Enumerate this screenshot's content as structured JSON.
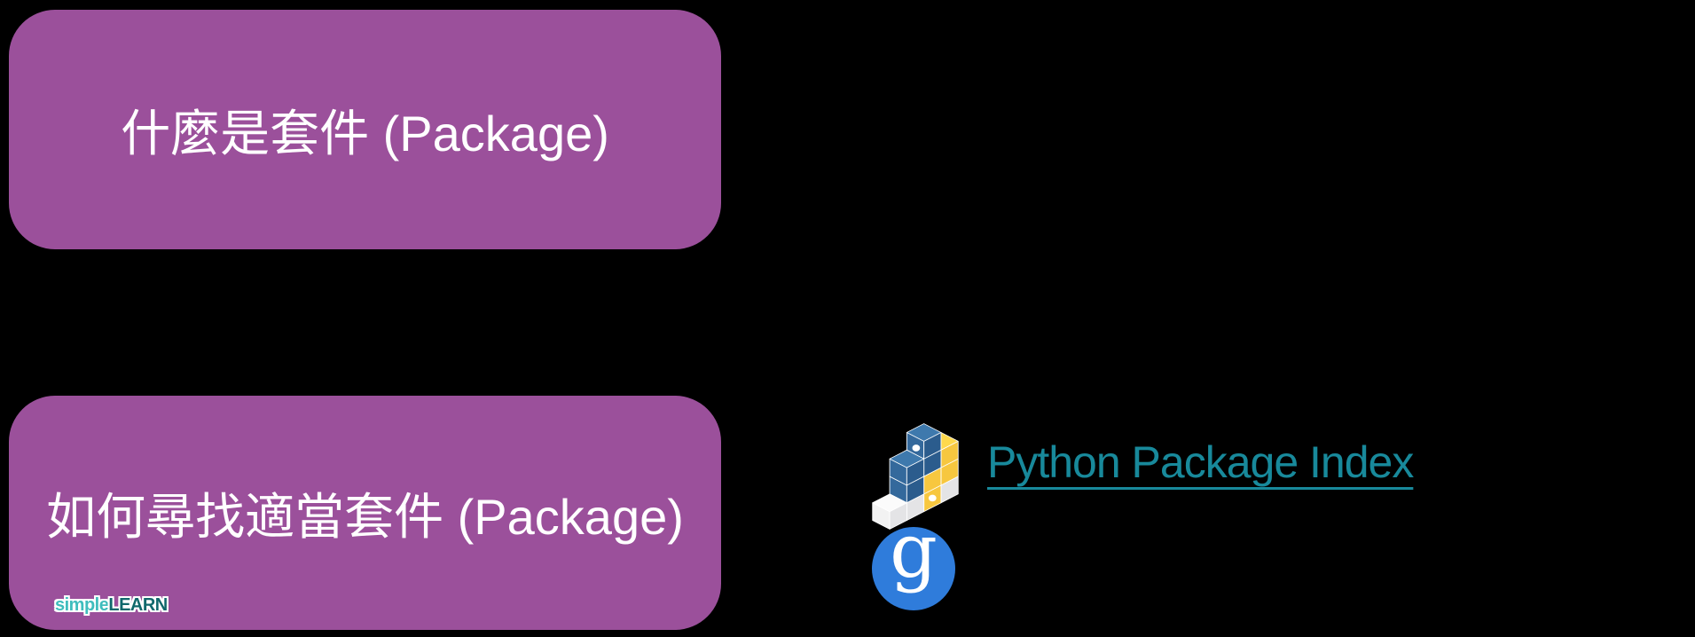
{
  "slide": {
    "boxes": [
      {
        "label": "什麼是套件 (Package)"
      },
      {
        "label": "如何尋找適當套件 (Package)"
      }
    ],
    "resources": {
      "pypi_link_label": "Python Package Index",
      "pypi_icon": "pypi-cubes-logo",
      "google_icon": "google-g-logo",
      "google_glyph": "g"
    },
    "brand": {
      "simple": "simple",
      "learn": "LEARN"
    }
  },
  "colors": {
    "bg": "#000000",
    "purple": "#9B509B",
    "box-text": "#FFFFFF",
    "teal": "#18899B",
    "gblue": "#2F7CDB",
    "brand-light": "#3FBDBD",
    "brand-dark": "#10686C",
    "pypi-blue-top": "#3E79AD",
    "pypi-blue-left": "#34699C",
    "pypi-blue-right": "#2B5C8D",
    "pypi-yellow-top": "#FFD94C",
    "pypi-yellow-left": "#F5C333",
    "pypi-yellow-right": "#F7C73F"
  }
}
